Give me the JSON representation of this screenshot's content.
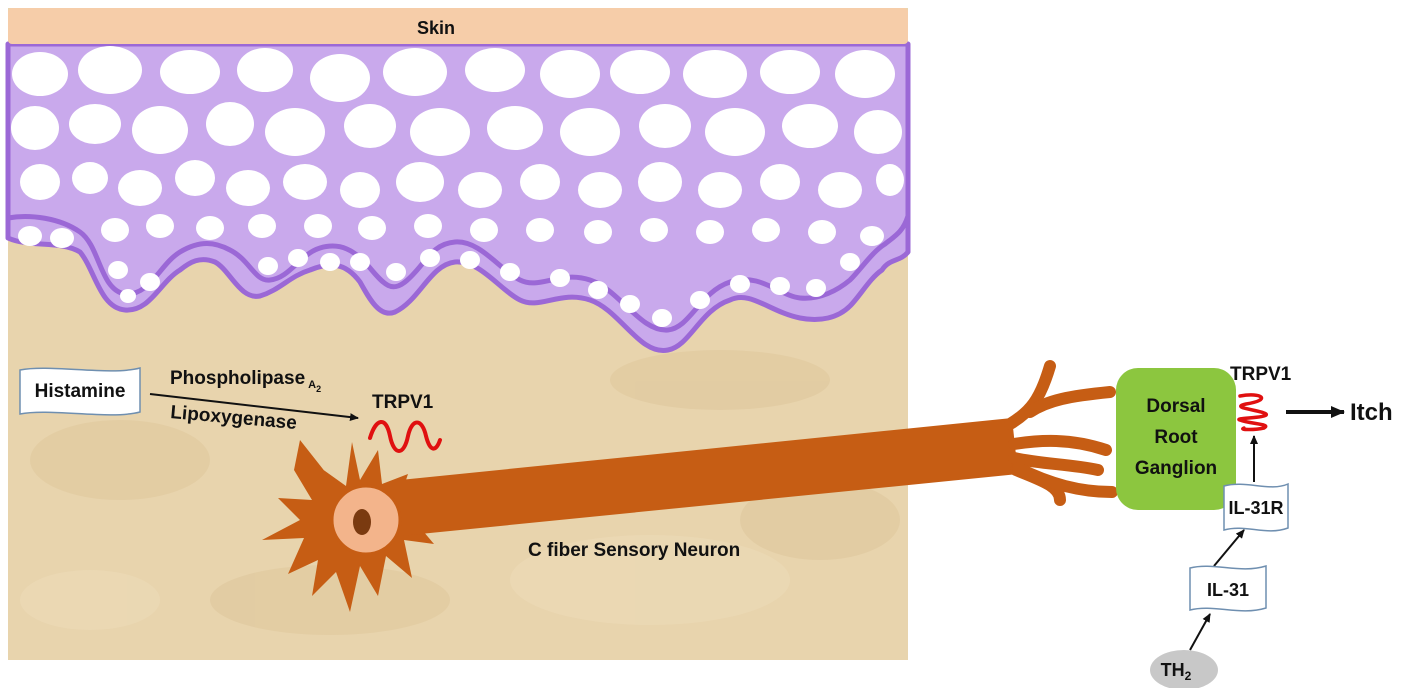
{
  "skin_label": "Skin",
  "histamine": "Histamine",
  "enzyme_1": "Phospholipase",
  "enzyme_1_subscript": "A",
  "enzyme_1_subscript_index": "2",
  "enzyme_2": "Lipoxygenase",
  "trpv1_left": "TRPV1",
  "neuron_label": "C fiber Sensory Neuron",
  "ganglion_line_1": "Dorsal",
  "ganglion_line_2": "Root",
  "ganglion_line_3": "Ganglion",
  "trpv1_right": "TRPV1",
  "itch": "Itch",
  "il31r": "IL-31R",
  "il31": "IL-31",
  "th2": "TH",
  "th2_subscript": "2",
  "colors": {
    "skin_band": "#f6cda9",
    "epidermis": "#c9a9ec",
    "epidermis_border": "#9b68d6",
    "dermis": "#e8d4ad",
    "neuron": "#c65d14",
    "nucleus_ring": "#f3b48b",
    "nucleus": "#7a3a10",
    "ganglion": "#8cc63f",
    "receptor": "#e01010",
    "th2_cell": "#c8c8c8"
  }
}
